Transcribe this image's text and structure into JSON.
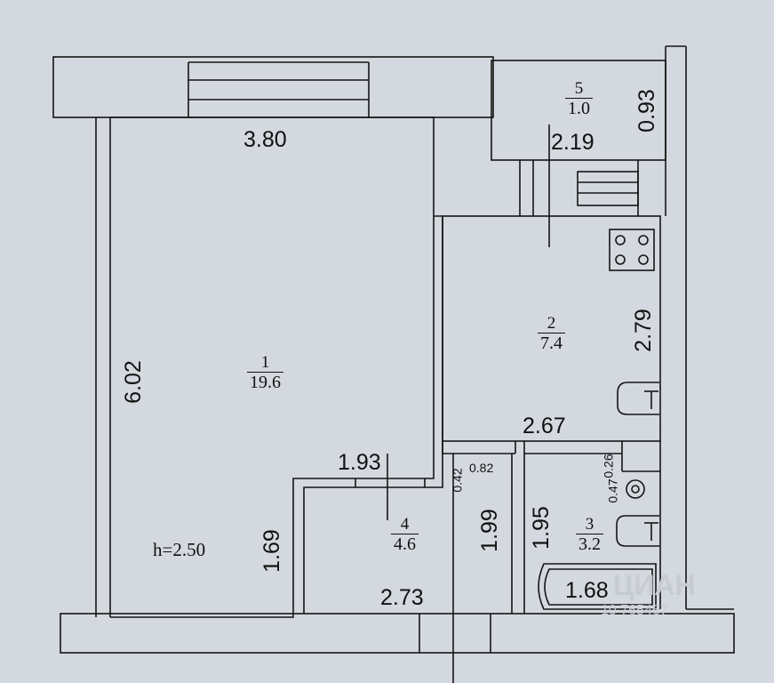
{
  "rooms": [
    {
      "number": "1",
      "area": "19.6"
    },
    {
      "number": "2",
      "area": "7.4"
    },
    {
      "number": "3",
      "area": "3.2"
    },
    {
      "number": "4",
      "area": "4.6"
    },
    {
      "number": "5",
      "area": "1.0"
    }
  ],
  "ceiling_height": "h=2.50",
  "dimensions": {
    "room1_width": "3.80",
    "room1_length": "6.02",
    "room1_wall_1_69": "1.69",
    "room1_wall_1_93": "1.93",
    "balcony_depth": "0.93",
    "balcony_width": "2.19",
    "kitchen_depth": "2.79",
    "kitchen_width": "2.67",
    "hall_width": "2.73",
    "hall_depth": "1.99",
    "hall_niche_depth": "0.42",
    "hall_niche_width": "0.82",
    "bath_depth": "1.95",
    "bath_width": "1.68",
    "bath_step_depth": "0.26",
    "bath_step_width": "0.47"
  },
  "watermark": {
    "brand": "ЦИАН",
    "id": "10 765467"
  }
}
